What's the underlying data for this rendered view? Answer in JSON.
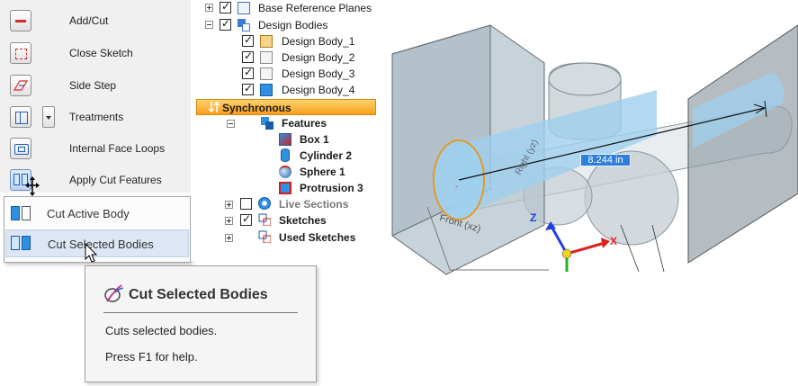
{
  "ribbon": {
    "commands": [
      {
        "label": "Add/Cut",
        "icon": "add-cut-icon"
      },
      {
        "label": "Close Sketch",
        "icon": "close-sketch-icon"
      },
      {
        "label": "Side Step",
        "icon": "side-step-icon"
      },
      {
        "label": "Treatments",
        "icon": "treatments-icon"
      },
      {
        "label": "Internal Face Loops",
        "icon": "internal-face-loops-icon"
      },
      {
        "label": "Apply Cut Features",
        "icon": "apply-cut-features-icon"
      }
    ]
  },
  "menu": {
    "items": [
      {
        "label": "Cut Active Body",
        "icon": "cut-active-body-icon"
      },
      {
        "label": "Cut Selected Bodies",
        "icon": "cut-selected-bodies-icon",
        "highlighted": true
      }
    ]
  },
  "tooltip": {
    "title": "Cut Selected Bodies",
    "description": "Cuts selected bodies.",
    "help": "Press F1 for help."
  },
  "tree": {
    "base_reference_planes": "Base Reference Planes",
    "design_bodies": "Design Bodies",
    "bodies": [
      "Design Body_1",
      "Design Body_2",
      "Design Body_3",
      "Design Body_4"
    ],
    "synchronous": "Synchronous",
    "features": "Features",
    "feature_items": [
      "Box 1",
      "Cylinder 2",
      "Sphere 1",
      "Protrusion 3"
    ],
    "live_sections": "Live Sections",
    "sketches": "Sketches",
    "used_sketches": "Used Sketches"
  },
  "viewport": {
    "dimension": "8.244 in",
    "plane_front": "Front (xz)",
    "plane_right": "Right (yz)",
    "axis_z": "Z",
    "axis_x": "X",
    "colors": {
      "body": "#b6c3cc",
      "selected": "#9fd0ee",
      "axis_x": "#e02020",
      "axis_y": "#20b020",
      "axis_z": "#2040e0",
      "dim": "#2d7fd9"
    }
  }
}
